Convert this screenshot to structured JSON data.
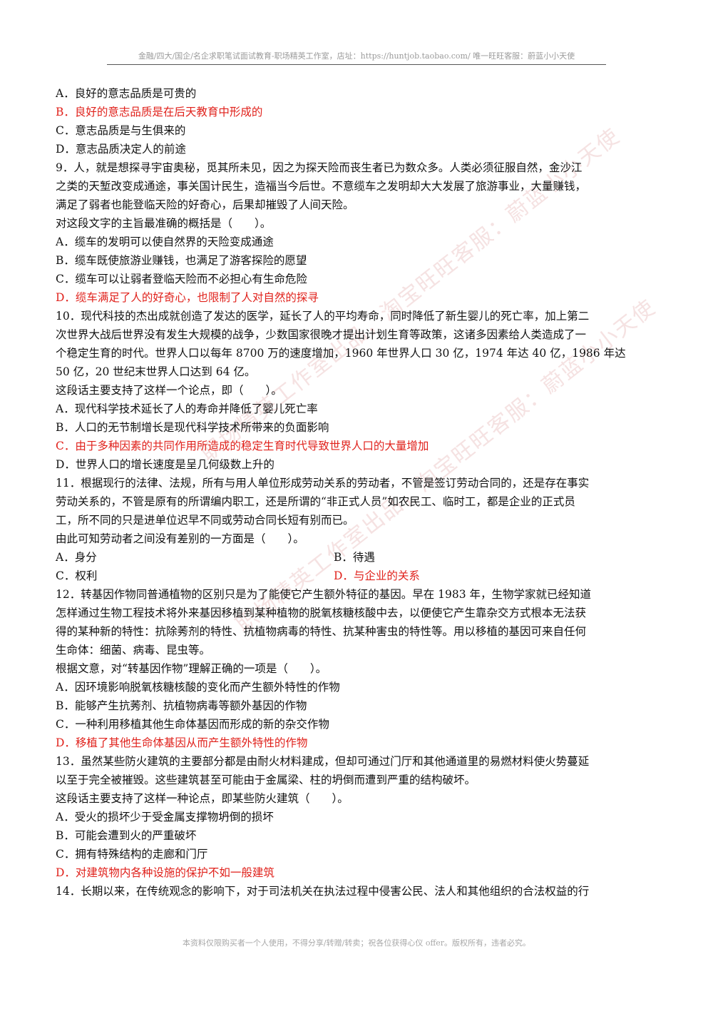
{
  "header": "金融/四大/国企/名企求职笔试面试教育-职场精英工作室，店址：https://huntjob.taobao.com/ 唯一旺旺客服：蔚蓝小小天使",
  "watermark": "职场精英工作室出品，淘宝旺旺客服：蔚蓝小小天使",
  "q8": {
    "options": [
      "A．良好的意志品质是可贵的",
      "B．良好的意志品质是在后天教育中形成的",
      "C．意志品质是与生俱来的",
      "D．意志品质决定人的前途"
    ]
  },
  "q9": {
    "lines": [
      "9．人，就是想探寻宇宙奥秘，觅其所未见，因之为探天险而丧生者已为数众多。人类必须征服自然，金沙江",
      "之类的天堑改变成通途，事关国计民生，造福当今后世。不意缆车之发明却大大发展了旅游事业，大量赚钱，",
      "满足了弱者也能登临天险的好奇心，后果却摧毁了人间天险。"
    ],
    "prompt": "对这段文字的主旨最准确的概括是（　　）。",
    "options": [
      "A．缆车的发明可以使自然界的天险变成通途",
      "B．缆车既使旅游业赚钱，也满足了游客探险的愿望",
      "C．缆车可以让弱者登临天险而不必担心有生命危险",
      "D．缆车满足了人的好奇心，也限制了人对自然的探寻"
    ]
  },
  "q10": {
    "lines": [
      "10．现代科技的杰出成就创造了发达的医学，延长了人的平均寿命，同时降低了新生婴儿的死亡率，加上第二",
      "次世界大战后世界没有发生大规模的战争，少数国家很晚才提出计划生育等政策，这诸多因素给人类造成了一",
      "个稳定生育的时代。世界人口以每年 8700 万的速度增加，1960 年世界人口 30 亿，1974 年达 40 亿，1986 年达",
      "50 亿，20 世纪末世界人口达到 64 亿。"
    ],
    "prompt": "这段话主要支持了这样一个论点，即（　　）。",
    "options": [
      "A．现代科学技术延长了人的寿命并降低了婴儿死亡率",
      "B．人口的无节制增长是现代科学技术所带来的负面影响",
      "C．由于多种因素的共同作用所造成的稳定生育时代导致世界人口的大量增加",
      "D．世界人口的增长速度是呈几何级数上升的"
    ]
  },
  "q11": {
    "lines": [
      "11．根据现行的法律、法规，所有与用人单位形成劳动关系的劳动者，不管是签订劳动合同的，还是存在事实",
      "劳动关系的，不管是原有的所谓编内职工，还是所谓的“非正式人员”如农民工、临时工，都是企业的正式员",
      "工，所不同的只是进单位迟早不同或劳动合同长短有别而已。"
    ],
    "prompt": "由此可知劳动者之间没有差别的一方面是（　　）。",
    "options": [
      "A．身分",
      "B．待遇",
      "C．权利",
      "D．与企业的关系"
    ]
  },
  "q12": {
    "lines": [
      "12．转基因作物同普通植物的区别只是为了能使它产生额外特征的基因。早在 1983 年，生物学家就已经知道",
      "怎样通过生物工程技术将外来基因移植到某种植物的脱氧核糖核酸中去，以便使它产生靠杂交方式根本无法获",
      "得的某种新的特性：抗除莠剂的特性、抗植物病毒的特性、抗某种害虫的特性等。用以移植的基因可来自任何",
      "生命体：细菌、病毒、昆虫等。"
    ],
    "prompt": "根据文意，对“转基因作物”理解正确的一项是（　　）。",
    "options": [
      "A．因环境影响脱氧核糖核酸的变化而产生额外特性的作物",
      "B．能够产生抗莠剂、抗植物病毒等额外基因的作物",
      "C．一种利用移植其他生命体基因而形成的新的杂交作物",
      "D．移植了其他生命体基因从而产生额外特性的作物"
    ]
  },
  "q13": {
    "lines": [
      "13．虽然某些防火建筑的主要部分都是由耐火材料建成，但却可通过门厅和其他通道里的易燃材料使火势蔓延",
      "以至于完全被摧毁。这些建筑甚至可能由于金属梁、柱的坍倒而遭到严重的结构破坏。"
    ],
    "prompt": "这段话主要支持了这样一种论点，即某些防火建筑（　　）。",
    "options": [
      "A．受火的损坏少于受金属支撑物坍倒的损坏",
      "B．可能会遭到火的严重破坏",
      "C．拥有特殊结构的走廊和门厅",
      "D．对建筑物内各种设施的保护不如一般建筑"
    ]
  },
  "q14": {
    "lines": [
      "14．长期以来，在传统观念的影响下，对于司法机关在执法过程中侵害公民、法人和其他组织的合法权益的行"
    ]
  },
  "footer": "本资料仅限购买者一个人使用，不得分享/转赠/转卖；祝各位获得心仪 offer。版权所有，违者必究。",
  "colors": {
    "answer": "#e0211b",
    "text": "#111111",
    "header": "#9a9a9a"
  }
}
